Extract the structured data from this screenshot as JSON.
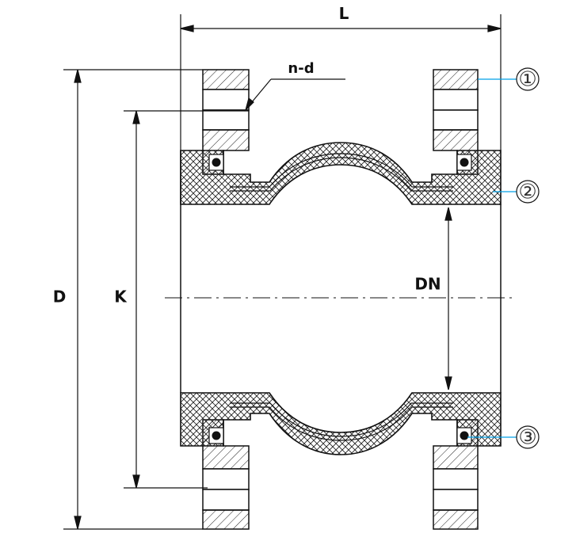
{
  "dimensions": {
    "length": "L",
    "bolt_holes": "n-d",
    "flange_outer_diameter": "D",
    "bolt_circle_diameter": "K",
    "nominal_diameter": "DN"
  },
  "callouts": [
    {
      "number": "①"
    },
    {
      "number": "②"
    },
    {
      "number": "③"
    }
  ],
  "colors": {
    "line": "#111111",
    "callout_leader": "#00a0e6",
    "background": "#ffffff"
  }
}
